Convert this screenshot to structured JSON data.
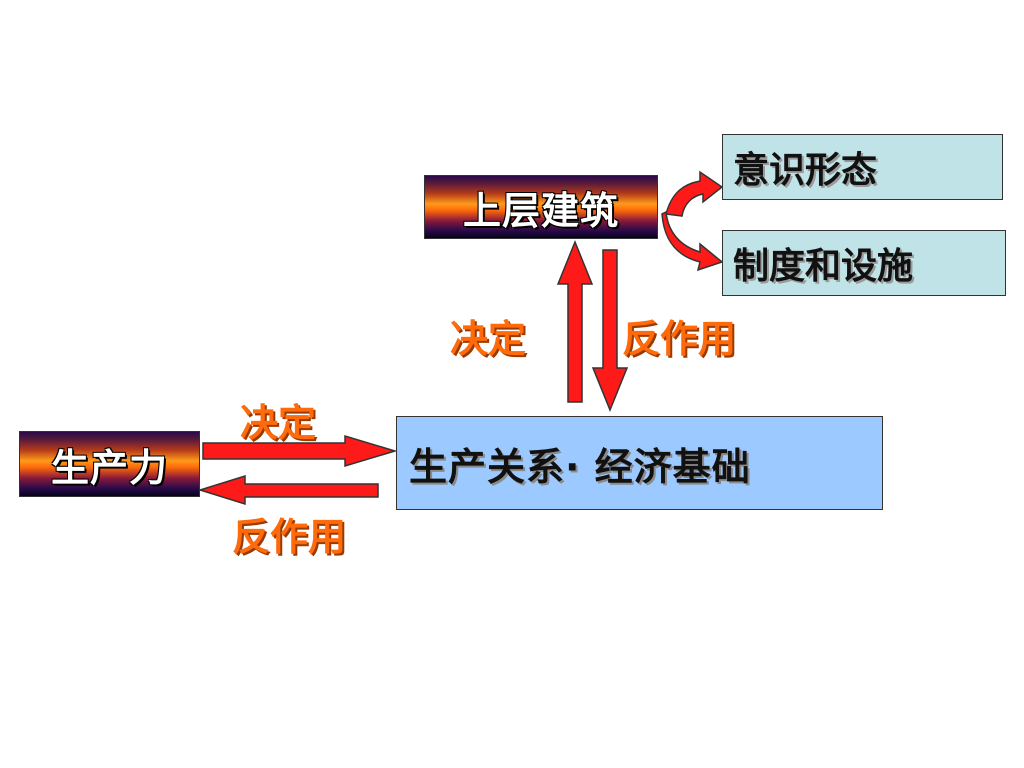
{
  "nodes": {
    "superstructure": "上层建筑",
    "ideology": "意识形态",
    "institutions": "制度和设施",
    "productive_forces": "生产力",
    "relations_base": "生产关系· 经济基础"
  },
  "labels": {
    "decide_vertical": "决定",
    "react_vertical": "反作用",
    "decide_horizontal": "决定",
    "react_horizontal": "反作用"
  },
  "colors": {
    "arrow_fill": "#ff1a1a",
    "arrow_stroke": "#333333",
    "label_orange": "#ff6a0a",
    "teal_box": "#bfe3e6",
    "blue_box": "#9cc9ff"
  }
}
